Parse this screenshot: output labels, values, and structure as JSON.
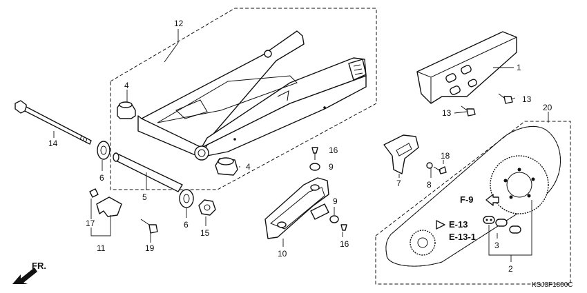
{
  "callouts": {
    "c1": "1",
    "c2": "2",
    "c3": "3",
    "c4a": "4",
    "c4b": "4",
    "c5": "5",
    "c6a": "6",
    "c6b": "6",
    "c7": "7",
    "c8": "8",
    "c9a": "9",
    "c9b": "9",
    "c10": "10",
    "c11": "11",
    "c12": "12",
    "c13a": "13",
    "c13b": "13",
    "c14": "14",
    "c15": "15",
    "c16a": "16",
    "c16b": "16",
    "c17": "17",
    "c18": "18",
    "c19": "19",
    "c20": "20"
  },
  "refs": {
    "f9": "F-9",
    "e13": "E-13",
    "e131": "E-13-1"
  },
  "direction": "FR.",
  "diagram_code": "KSJ3F1800C",
  "line_color": "#111111"
}
